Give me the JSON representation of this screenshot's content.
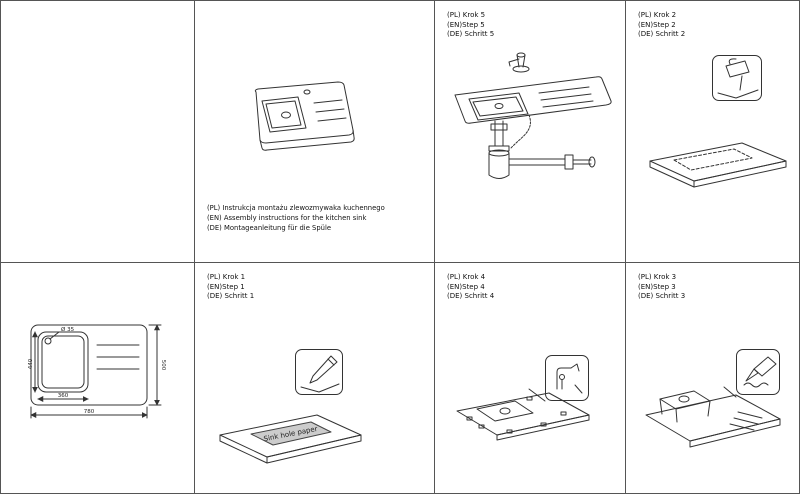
{
  "document": {
    "title_block": {
      "pl": "(PL) Instrukcja montażu zlewozmywaka kuchennego",
      "en": "(EN) Assembly instructions for the kitchen sink",
      "de": "(DE) Montageanleitung für die Spüle"
    },
    "steps": {
      "step1": {
        "pl": "(PL) Krok 1",
        "en": "(EN)Step 1",
        "de": "(DE) Schritt 1"
      },
      "step2": {
        "pl": "(PL) Krok 2",
        "en": "(EN)Step 2",
        "de": "(DE) Schritt 2"
      },
      "step3": {
        "pl": "(PL) Krok 3",
        "en": "(EN)Step 3",
        "de": "(DE) Schritt 3"
      },
      "step4": {
        "pl": "(PL) Krok 4",
        "en": "(EN)Step 4",
        "de": "(DE) Schritt 4"
      },
      "step5": {
        "pl": "(PL) Krok 5",
        "en": "(EN)Step 5",
        "de": "(DE) Schritt 5"
      }
    },
    "dimensions": {
      "overall_width": "780",
      "overall_depth": "500",
      "bowl_width": "360",
      "bowl_depth": "440",
      "tap_hole": "Ø 35"
    },
    "step1_paper_label": "Sink hole paper",
    "icons": {
      "step1": "pencil-marking-icon",
      "step2": "jigsaw-icon",
      "step3": "silicone-sealant-icon",
      "step4": "mounting-clip-icon"
    },
    "colors": {
      "line": "#333333",
      "border": "#555555",
      "paper": "#cccccc"
    }
  }
}
